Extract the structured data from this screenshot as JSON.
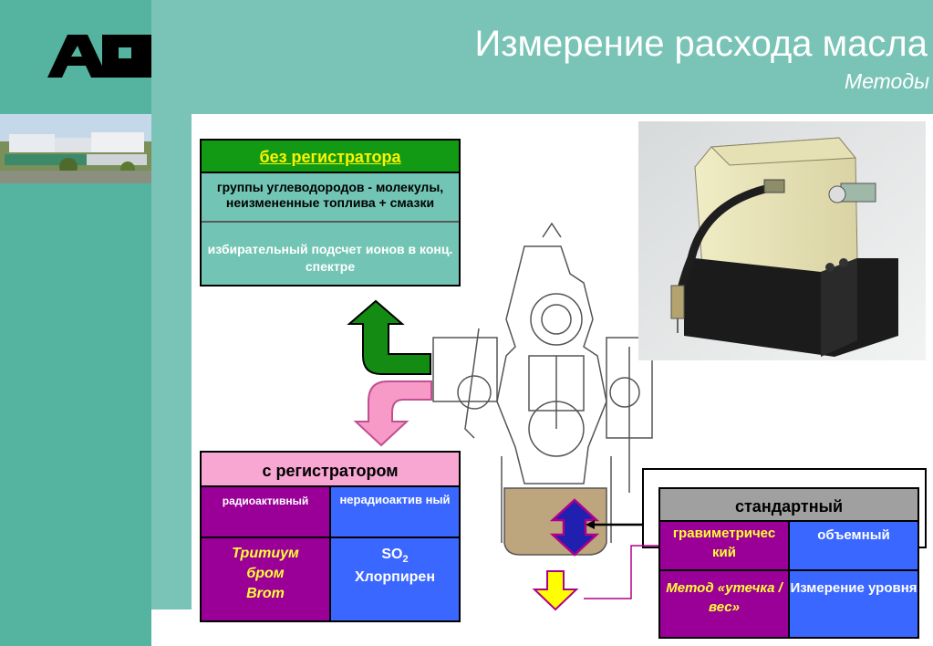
{
  "header": {
    "logo_text": "APL",
    "title": "Измерение расхода масла",
    "subtitle": "Методы"
  },
  "colors": {
    "teal_band": "#79c4b6",
    "dark_teal": "#55b49f",
    "green_head": "#129a14",
    "pink_head": "#f7a7d2",
    "purple": "#9a0097",
    "blue": "#3a67ff",
    "gray_head": "#a0a0a0",
    "yellow_text": "#ffff33"
  },
  "no_registrar": {
    "title": "без регистратора",
    "line1": "группы углеводородов - молекулы, неизмененные топлива + смазки",
    "line2": "избирательный подсчет ионов в конц. спектре"
  },
  "with_registrar": {
    "title": "с регистратором",
    "col1_head": "радиоактивный",
    "col2_head": "нерадиоактив ный",
    "col1_items": [
      "Тритиум",
      "бром",
      "Brom"
    ],
    "col2_line1": "SO",
    "col2_sub": "2",
    "col2_line2": "Хлорпирен"
  },
  "standard": {
    "title": "стандартный",
    "c1": "гравиметричес кий",
    "c2": "объемный",
    "c3": "Метод «утечка / вес»",
    "c4": "Измерение уровня"
  },
  "icons": {
    "arrow_up": "green-bent-arrow-up",
    "arrow_down": "pink-bent-arrow-down",
    "arrow_vertical": "blue-double-arrow",
    "arrow_drain": "yellow-arrow-down"
  }
}
